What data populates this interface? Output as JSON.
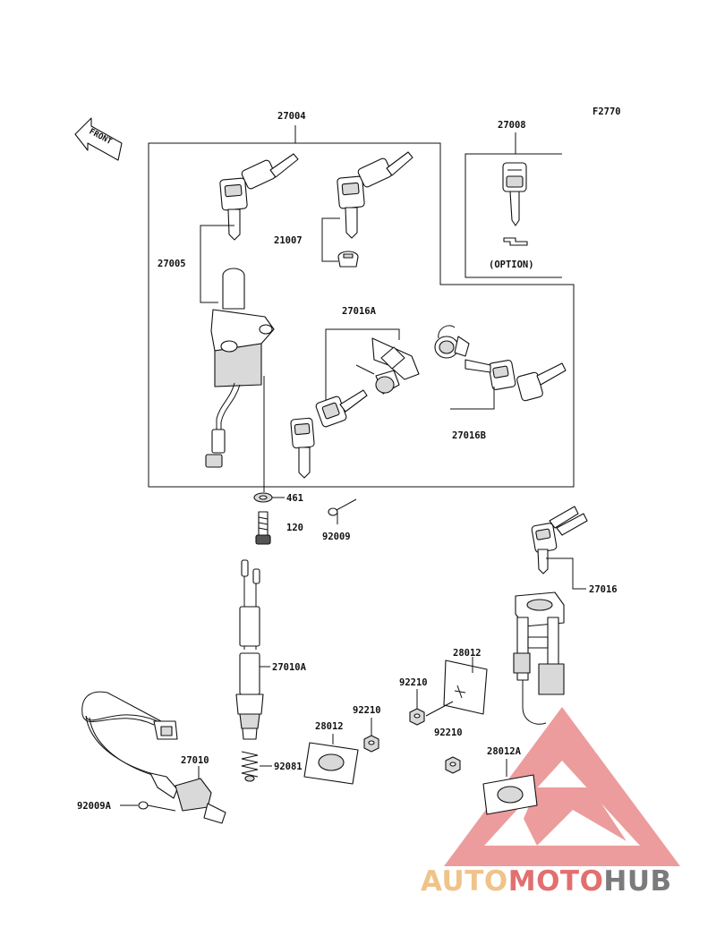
{
  "figure_code": "F2770",
  "front_arrow": {
    "text": "FRONT",
    "icon": "front-arrow-icon"
  },
  "labels": {
    "p27004": "27004",
    "p27008": "27008",
    "p27008_option": "(OPTION)",
    "p27005": "27005",
    "p21007": "21007",
    "p27016A": "27016A",
    "p27016B": "27016B",
    "p461": "461",
    "p120": "120",
    "p92009": "92009",
    "p27016": "27016",
    "p28012_a": "28012",
    "p27010A": "27010A",
    "p92210_a": "92210",
    "p92210_b": "92210",
    "p92210_c": "92210",
    "p28012_b": "28012",
    "p27010": "27010",
    "p92081": "92081",
    "p28012A": "28012A",
    "p92009A": "92009A"
  },
  "watermark": {
    "part1": "AUTO",
    "part2": "MOTO",
    "part3": "HUB",
    "colors": {
      "part1": "#f0c38a",
      "part2": "#e26f6f",
      "part3": "#7b7b7b",
      "triangle": "#e26f6f"
    }
  }
}
